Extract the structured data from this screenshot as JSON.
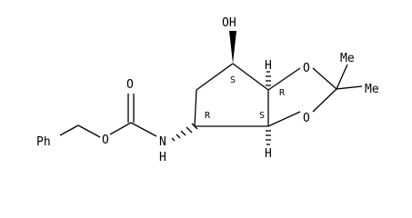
{
  "molecule": {
    "atoms": {
      "oh": "OH",
      "ring_o_top": "O",
      "ring_o_bottom": "O",
      "carbonyl_o": "O",
      "ester_o": "O",
      "nh": "N",
      "nh_h": "H",
      "methyl_1": "Me",
      "methyl_2": "Me",
      "phenyl": "Ph",
      "h_top": "H",
      "h_bottom": "H"
    },
    "stereo": {
      "c_oh": "S",
      "c_top_junction": "R",
      "c_bottom_junction": "S",
      "c_nh": "R"
    }
  }
}
